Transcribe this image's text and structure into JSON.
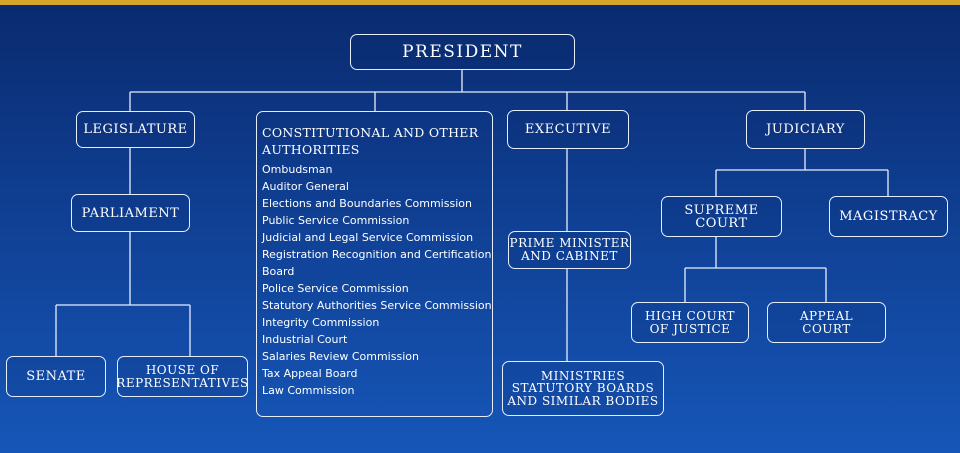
{
  "chart": {
    "president": "PRESIDENT",
    "legislature": "LEGISLATURE",
    "parliament": "PARLIAMENT",
    "senate": "SENATE",
    "house": "HOUSE OF\nREPRESENTATIVES",
    "constitutional": {
      "title": "CONSTITUTIONAL AND OTHER AUTHORITIES",
      "items": [
        "Ombudsman",
        "Auditor General",
        "Elections and Boundaries Commission",
        "Public Service Commission",
        "Judicial and Legal Service Commission",
        "Registration Recognition and Certification",
        "Board",
        "Police Service Commission",
        "Statutory Authorities Service Commission",
        "Integrity Commission",
        "Industrial Court",
        "Salaries Review Commission",
        "Tax Appeal Board",
        "Law Commission"
      ]
    },
    "executive": "EXECUTIVE",
    "prime_minister": "PRIME MINISTER\nAND CABINET",
    "ministries": "MINISTRIES\nSTATUTORY BOARDS\nAND SIMILAR BODIES",
    "judiciary": "JUDICIARY",
    "supreme_court": "SUPREME COURT",
    "magistracy": "MAGISTRACY",
    "high_court": "HIGH COURT\nOF JUSTICE",
    "appeal_court": "APPEAL\nCOURT"
  },
  "colors": {
    "background_top": "#0a2a6e",
    "background_bottom": "#1656b8",
    "top_bar": "#d4a72c",
    "line": "#e6eefc"
  }
}
